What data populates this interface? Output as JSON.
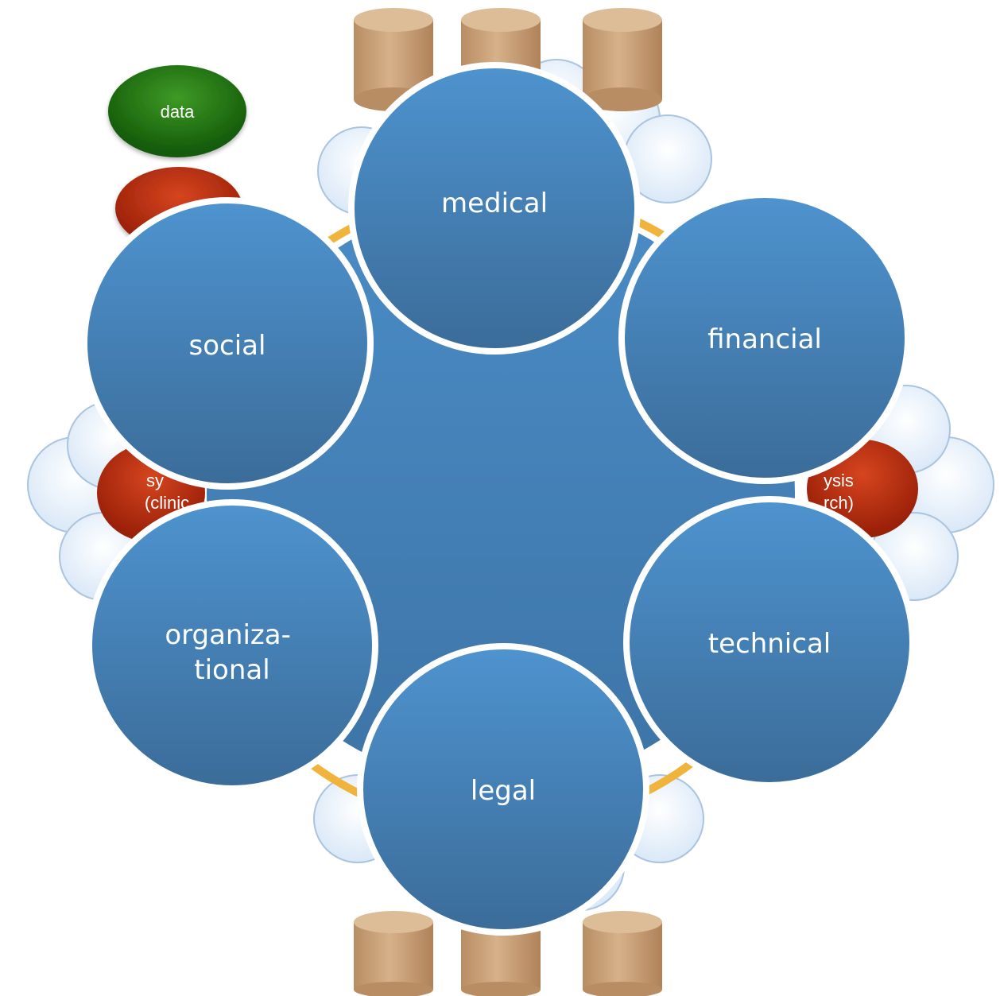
{
  "legend": {
    "data_label": "data",
    "data_color": "#1e6e0c",
    "system_color": "#b22a0c"
  },
  "partial_labels": {
    "left_line1": "sy",
    "left_line2": "(clinic",
    "right_line1": "ysis",
    "right_line2": "rch)"
  },
  "colors": {
    "circle_top": "#4e93cf",
    "circle_bottom": "#3b6c99",
    "circle_border": "#ffffff",
    "cylinder": "#c7a077",
    "cloud": "#e6f0fb",
    "ring": "#f0b43c"
  },
  "domains": [
    {
      "id": "medical",
      "lines": [
        "medical"
      ]
    },
    {
      "id": "financial",
      "lines": [
        "financial"
      ]
    },
    {
      "id": "technical",
      "lines": [
        "technical"
      ]
    },
    {
      "id": "legal",
      "lines": [
        "legal"
      ]
    },
    {
      "id": "organizational",
      "lines": [
        "organiza-",
        "tional"
      ]
    },
    {
      "id": "social",
      "lines": [
        "social"
      ]
    }
  ]
}
